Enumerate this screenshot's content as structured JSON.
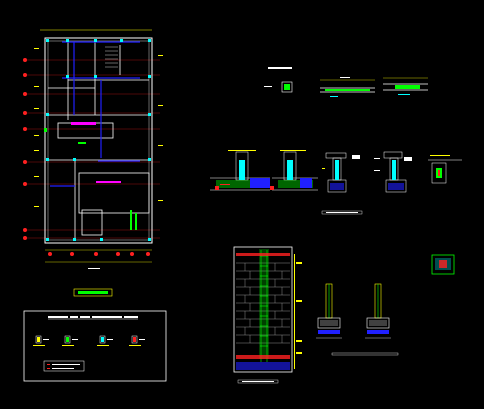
{
  "colors": {
    "background": "#000000",
    "wall": "#ffffff",
    "dimension": "#ffff00",
    "axis_bubble": "#ff2020",
    "column": "#00ffff",
    "beam": "#0000ff",
    "hatch": "#00ff00",
    "masonry": "#c8c8c8",
    "accent": "#ff00ff"
  },
  "drawing": {
    "name": "cad-structural-sheet",
    "views": [
      "floor-plan",
      "plan-title-box",
      "legend-box",
      "section-details-top",
      "foundation-details",
      "wall-elevation",
      "footing-details",
      "small-detail-icon"
    ]
  },
  "labels": {
    "plan_title": "",
    "legend_title": "",
    "detail_title": "",
    "wall_title": ""
  }
}
